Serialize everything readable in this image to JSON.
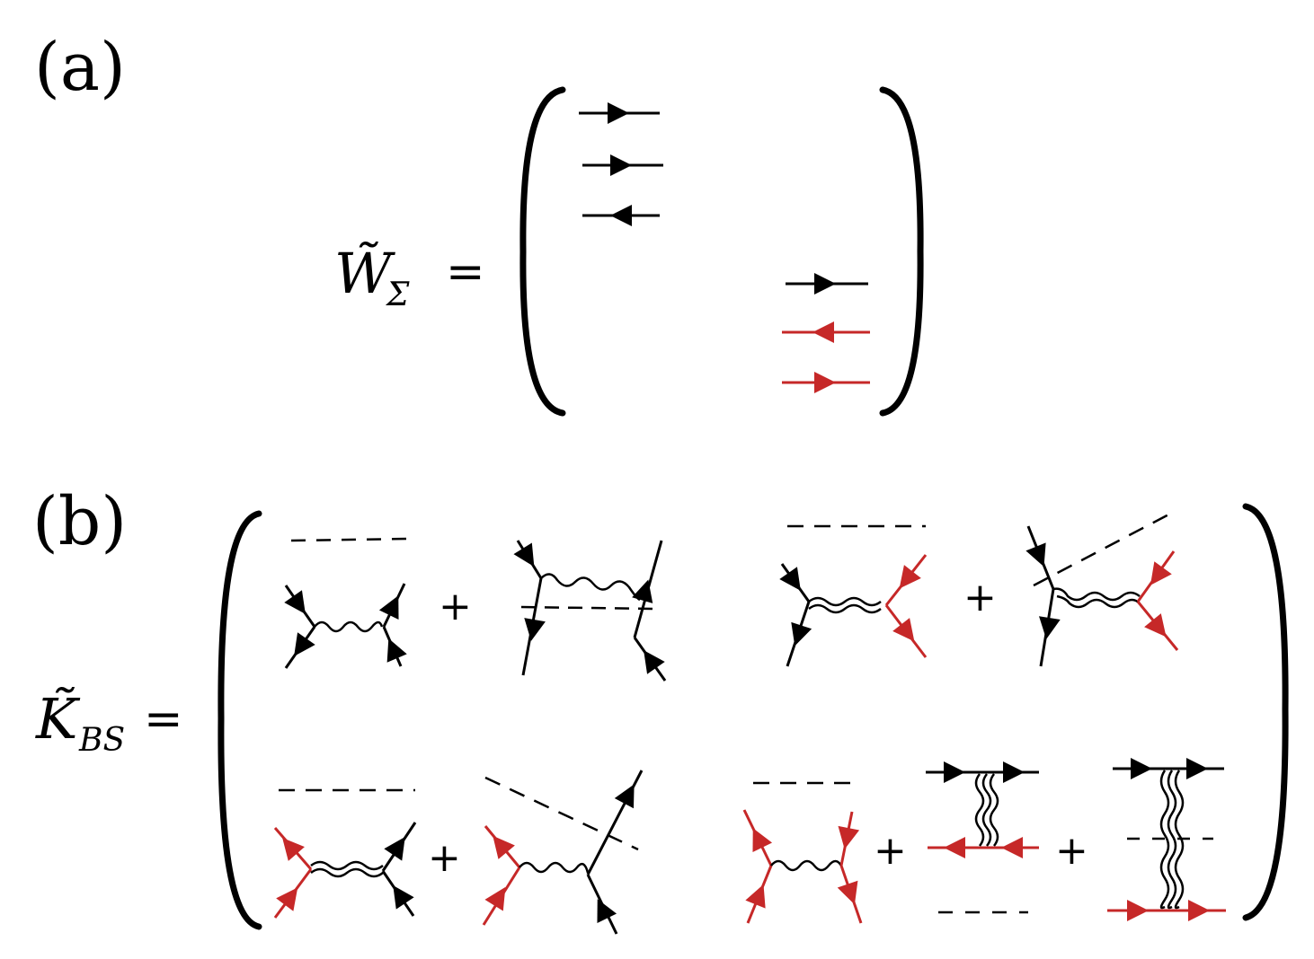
{
  "panel_a": {
    "label": "(a)",
    "lhs_symbol": "W̃",
    "lhs_subscript": "Σ",
    "equals": "="
  },
  "panel_b": {
    "label": "(b)",
    "lhs_symbol": "K̃",
    "lhs_subscript": "BS",
    "equals": "=",
    "plus": "+"
  },
  "colors": {
    "primary": "#000000",
    "accent": "#c62828"
  }
}
